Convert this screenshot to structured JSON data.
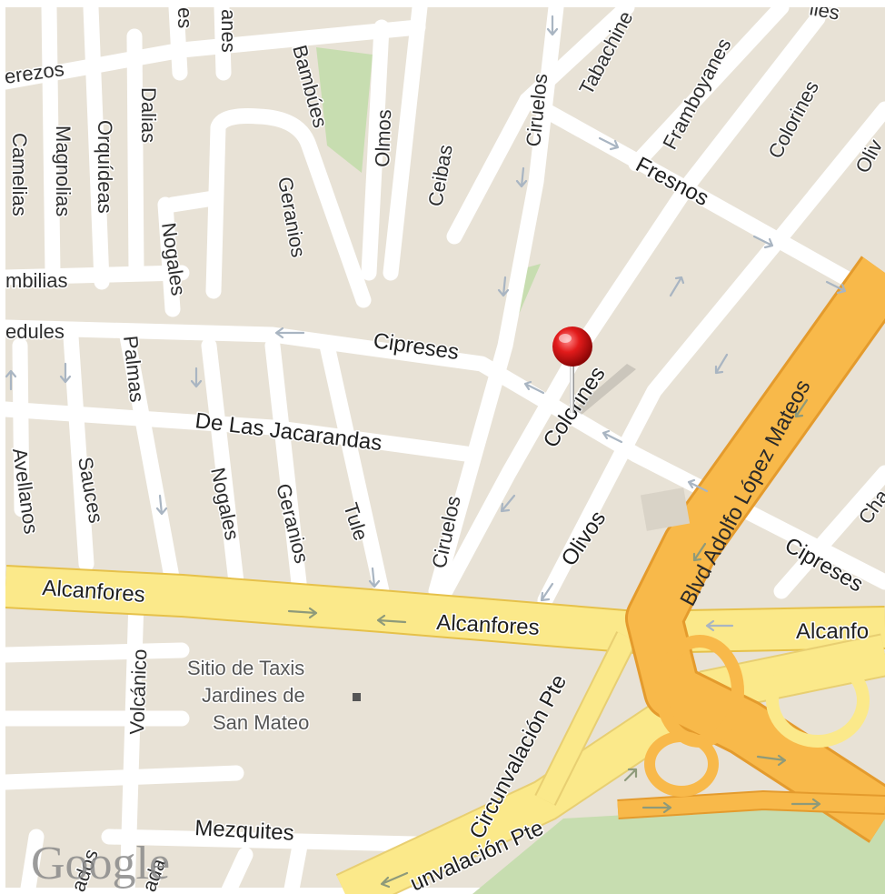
{
  "map": {
    "colors": {
      "land": "#e8e2d6",
      "street": "#ffffff",
      "arterial": "#fbe98a",
      "highway": "#f8b94a",
      "highway_edge": "#e49b2d",
      "park": "#c7ddb0",
      "poi_block": "#d9d3c7",
      "pin": "#e21b1b"
    },
    "attribution": "Google",
    "streets": {
      "cerezos": "erezos",
      "camelias": "Camelias",
      "magnolias": "Magnolias",
      "orquideas": "Orquídeas",
      "dalias": "Dalias",
      "bambues": "Bambúes",
      "olmos": "Olmos",
      "ceibas": "Ceibas",
      "geranios_north": "Geranios",
      "nogales_north": "Nogales",
      "bugambilias": "mbilias",
      "abedules": "edules",
      "cipreses": "Cipreses",
      "cipreses_east": "Cipreses",
      "palmas": "Palmas",
      "jacarandas": "De Las Jacarandas",
      "avellanos": "Avellanos",
      "sauces": "Sauces",
      "nogales_south": "Nogales",
      "geranios_south": "Geranios",
      "tule": "Tule",
      "ciruelos_north": "Ciruelos",
      "ciruelos_south": "Ciruelos",
      "tabachines": "Tabachine",
      "framboyanes": "Framboyanes",
      "colorines_ne": "Colorines",
      "olivos_ne": "Oliv",
      "fresnos": "Fresnos",
      "colorines": "Colorines",
      "olivos": "Olivos",
      "chab": "Cha",
      "alcanfores_west": "Alcanfores",
      "alcanfores_mid": "Alcanfores",
      "alcanfores_east": "Alcanfo",
      "volcanico": "Volcánico",
      "mezquites": "Mezquites",
      "circunvalacion_north": "Circunvalación Pte",
      "circunvalacion_south": "unvalación Pte",
      "blvd_lopez_mateos": "Blvd Adolfo López Mateos",
      "top_frag_1": "es",
      "top_frag_2": "anes",
      "top_frag_3": "lles",
      "bottom_frag_1": "ados",
      "bottom_frag_2": "ada"
    },
    "poi": {
      "line1": "Sitio de Taxis",
      "line2": "Jardines de",
      "line3": "San Mateo"
    }
  }
}
